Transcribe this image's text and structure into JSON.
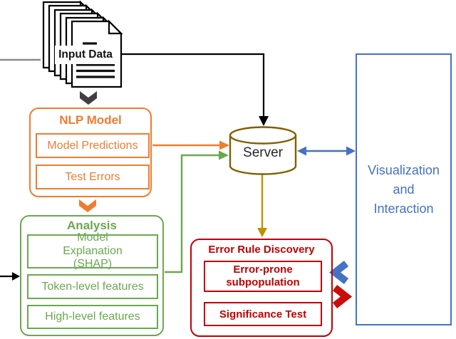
{
  "figure": {
    "type": "system-architecture-diagram"
  },
  "input_data": {
    "label": "Input Data"
  },
  "nlp_model": {
    "title": "NLP Model",
    "items": [
      {
        "label": "Model Predictions"
      },
      {
        "label": "Test Errors"
      }
    ]
  },
  "analysis": {
    "title": "Analysis",
    "items": [
      {
        "label": "Model Explanation (SHAP)"
      },
      {
        "label": "Token-level features"
      },
      {
        "label": "High-level features"
      }
    ]
  },
  "server": {
    "label": "Server"
  },
  "error_rule_discovery": {
    "title": "Error Rule Discovery",
    "items": [
      {
        "label": "Error-prone subpopulation"
      },
      {
        "label": "Significance Test"
      }
    ]
  },
  "visualization": {
    "label": "Visualization and Interaction",
    "lines": [
      "Visualization",
      "and",
      "Interaction"
    ]
  },
  "colors": {
    "orange": "#ED7D31",
    "green": "#6AA84F",
    "red": "#C00000",
    "blue": "#4472C4",
    "gold": "#BF9000",
    "server_border": "#7F6000",
    "dark_chevron": "#404040",
    "black": "#000000",
    "gray_line": "#8a8a8a"
  },
  "icons": {
    "document-stack": "stacked pages with folded corners",
    "database": "cylinder",
    "chevron-down-dark": "▼",
    "chevron-down-orange": "▼",
    "chevron-left-blue": "❮",
    "chevron-right-red": "❯"
  }
}
